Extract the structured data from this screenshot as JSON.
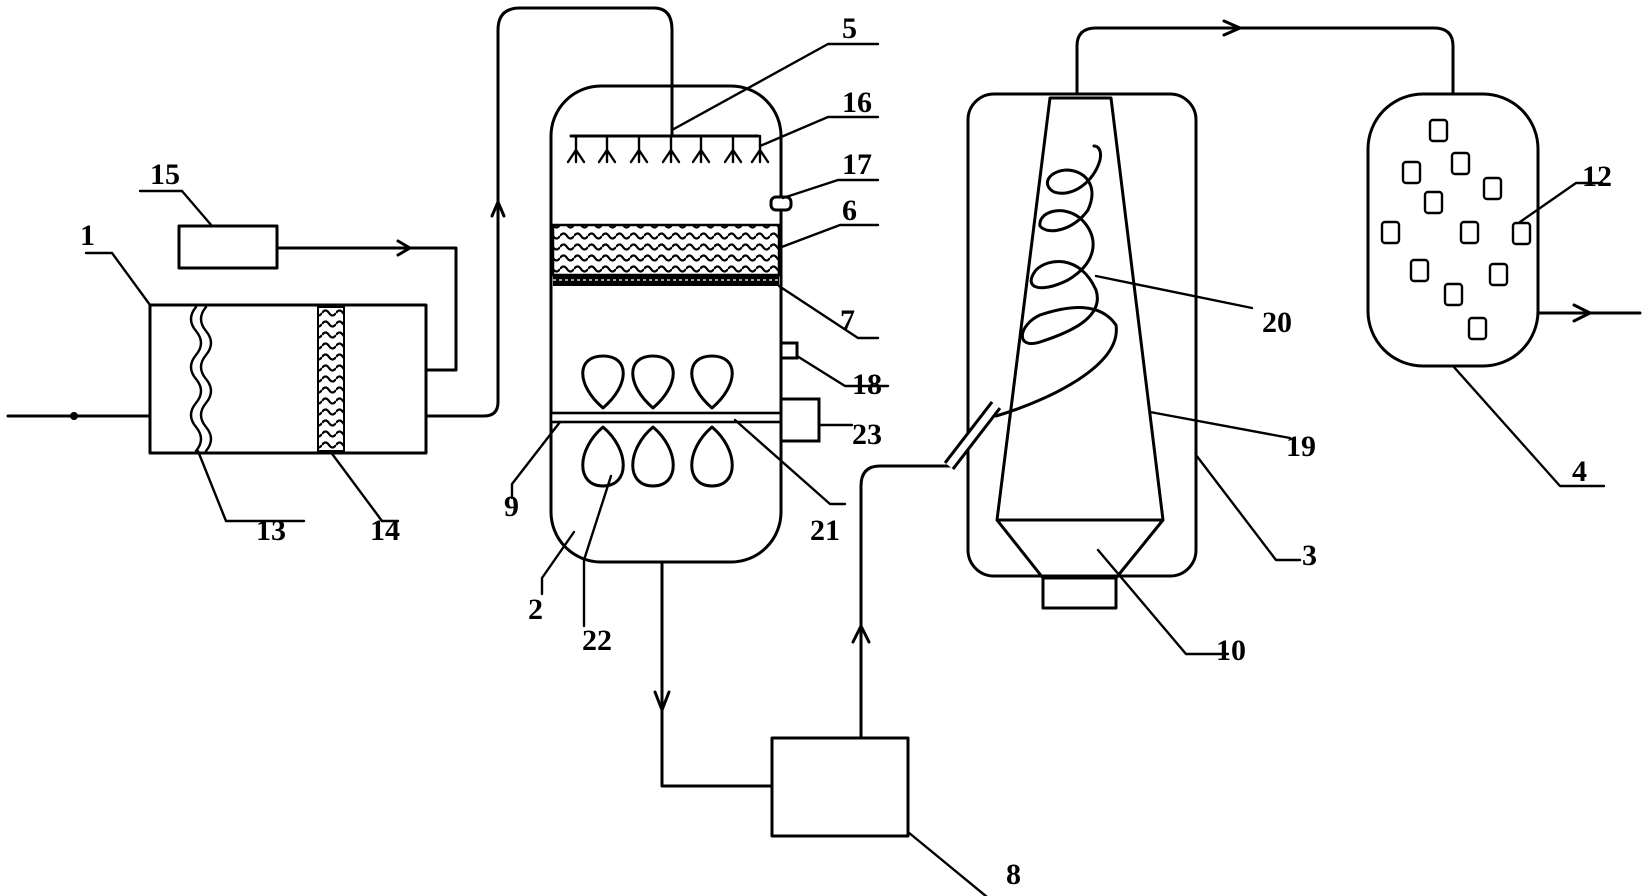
{
  "labels": {
    "l1": "1",
    "l2": "2",
    "l3": "3",
    "l4": "4",
    "l5": "5",
    "l6": "6",
    "l7": "7",
    "l8": "8",
    "l9": "9",
    "l10": "10",
    "l12": "12",
    "l13": "13",
    "l14": "14",
    "l15": "15",
    "l16": "16",
    "l17": "17",
    "l18": "18",
    "l19": "19",
    "l20": "20",
    "l21": "21",
    "l22": "22",
    "l23": "23"
  },
  "colors": {
    "line": "#000000",
    "background": "#ffffff"
  }
}
